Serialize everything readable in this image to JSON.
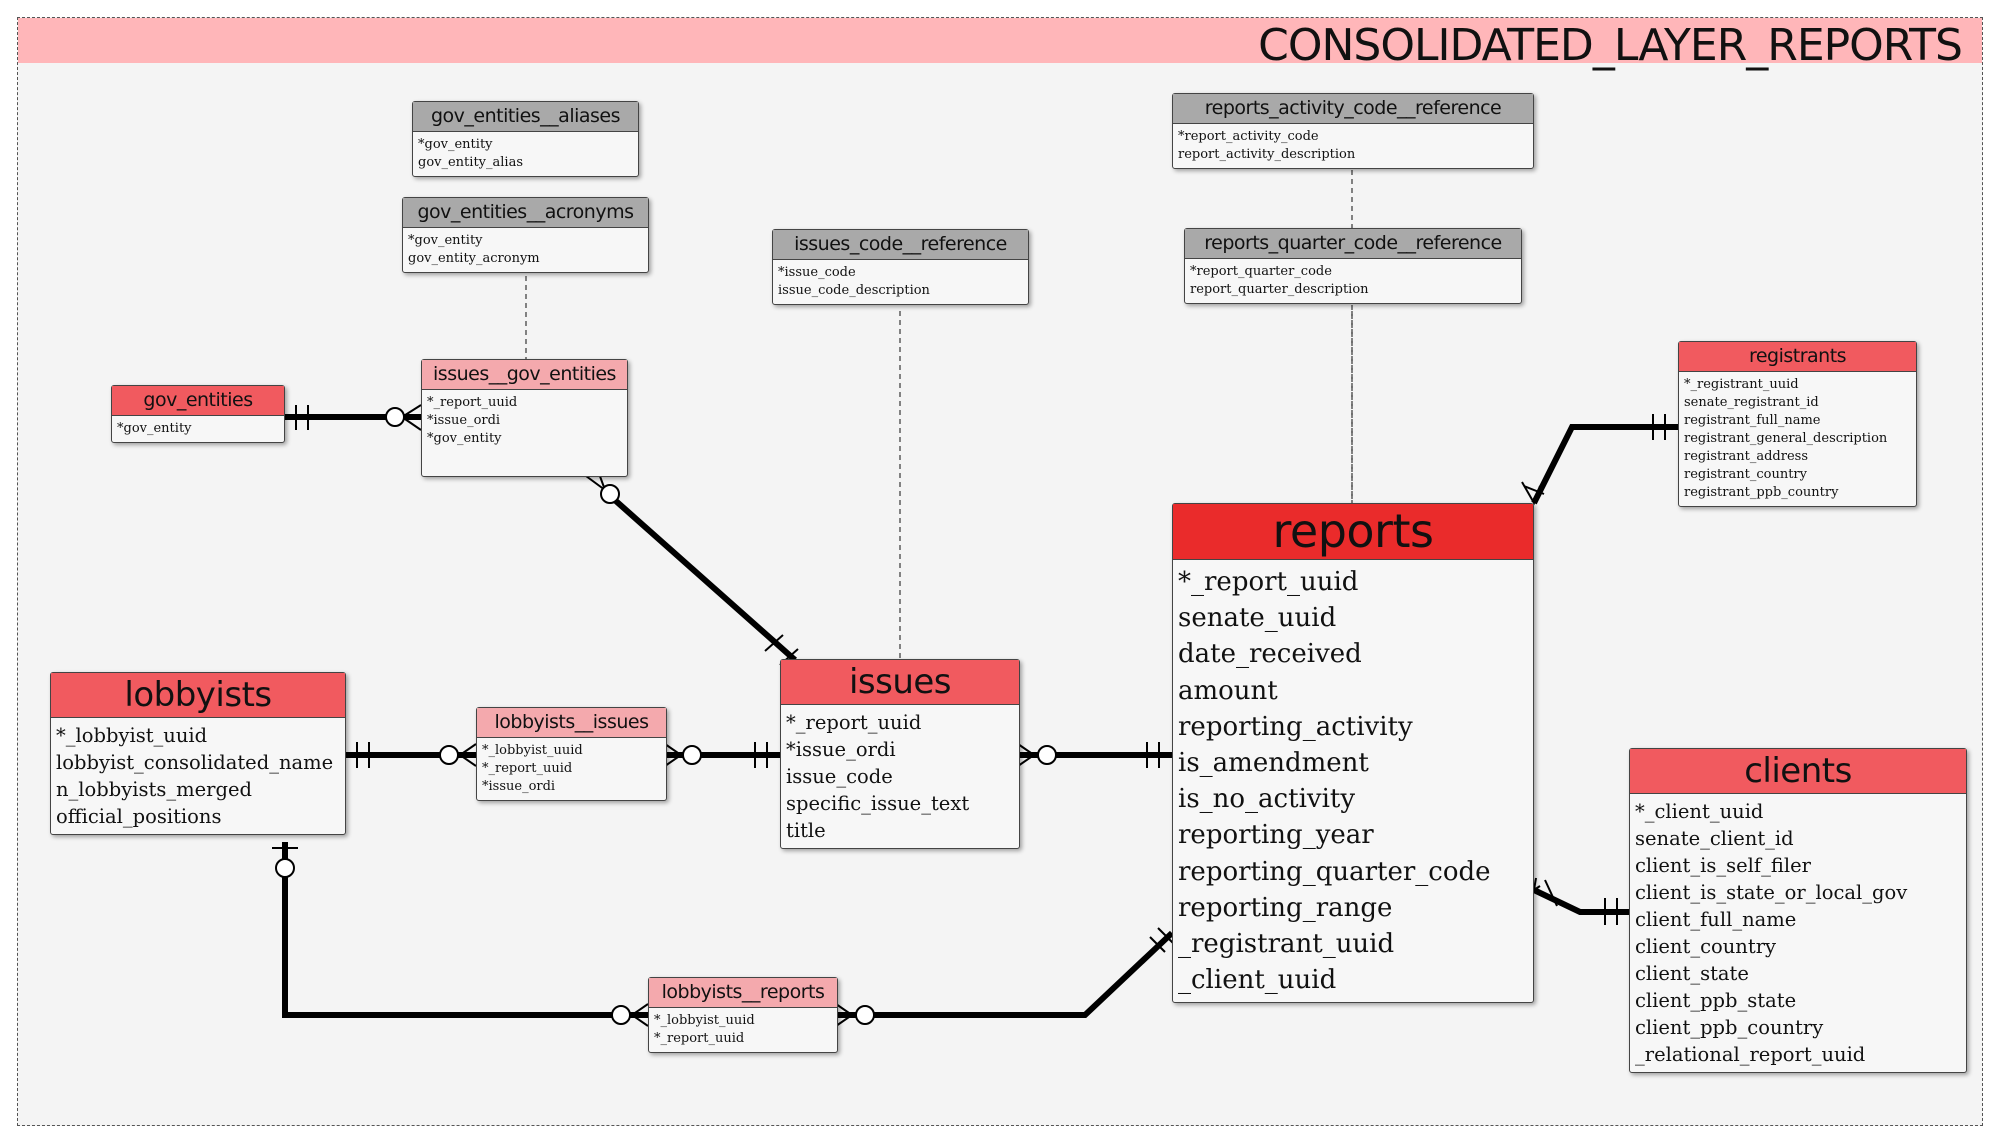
{
  "title": "CONSOLIDATED_LAYER_REPORTS",
  "entities": {
    "gov_entities_aliases": {
      "name": "gov_entities__aliases",
      "fields": [
        "*gov_entity",
        "gov_entity_alias"
      ]
    },
    "gov_entities_acronyms": {
      "name": "gov_entities__acronyms",
      "fields": [
        "*gov_entity",
        "gov_entity_acronym"
      ]
    },
    "issues_code_reference": {
      "name": "issues_code__reference",
      "fields": [
        "*issue_code",
        "issue_code_description"
      ]
    },
    "reports_activity_code_reference": {
      "name": "reports_activity_code__reference",
      "fields": [
        "*report_activity_code",
        "report_activity_description"
      ]
    },
    "reports_quarter_code_reference": {
      "name": "reports_quarter_code__reference",
      "fields": [
        "*report_quarter_code",
        "report_quarter_description"
      ]
    },
    "gov_entities": {
      "name": "gov_entities",
      "fields": [
        "*gov_entity"
      ]
    },
    "issues_gov_entities": {
      "name": "issues__gov_entities",
      "fields": [
        "*_report_uuid",
        "*issue_ordi",
        "*gov_entity"
      ]
    },
    "registrants": {
      "name": "registrants",
      "fields": [
        "*_registrant_uuid",
        "senate_registrant_id",
        "registrant_full_name",
        "registrant_general_description",
        "registrant_address",
        "registrant_country",
        "registrant_ppb_country"
      ]
    },
    "reports": {
      "name": "reports",
      "fields": [
        "*_report_uuid",
        "senate_uuid",
        "date_received",
        "amount",
        "reporting_activity",
        "is_amendment",
        "is_no_activity",
        "reporting_year",
        "reporting_quarter_code",
        "reporting_range",
        "_registrant_uuid",
        "_client_uuid"
      ]
    },
    "lobbyists": {
      "name": "lobbyists",
      "fields": [
        "*_lobbyist_uuid",
        "lobbyist_consolidated_name",
        "n_lobbyists_merged",
        "official_positions"
      ]
    },
    "lobbyists_issues": {
      "name": "lobbyists__issues",
      "fields": [
        "*_lobbyist_uuid",
        "*_report_uuid",
        "*issue_ordi"
      ]
    },
    "issues": {
      "name": "issues",
      "fields": [
        "*_report_uuid",
        "*issue_ordi",
        "issue_code",
        "specific_issue_text",
        "title"
      ]
    },
    "clients": {
      "name": "clients",
      "fields": [
        "*_client_uuid",
        "senate_client_id",
        "client_is_self_filer",
        "client_is_state_or_local_gov",
        "client_full_name",
        "client_country",
        "client_state",
        "client_ppb_state",
        "client_ppb_country",
        "_relational_report_uuid"
      ]
    },
    "lobbyists_reports": {
      "name": "lobbyists__reports",
      "fields": [
        "*_lobbyist_uuid",
        "*_report_uuid"
      ]
    }
  },
  "relationships": [
    {
      "from": "gov_entities",
      "to": "issues_gov_entities",
      "from_card": "one-and-only-one",
      "to_card": "zero-or-many"
    },
    {
      "from": "issues_gov_entities",
      "to": "issues",
      "from_card": "zero-or-many",
      "to_card": "one-and-only-one"
    },
    {
      "from": "lobbyists",
      "to": "lobbyists_issues",
      "from_card": "one-and-only-one",
      "to_card": "zero-or-many"
    },
    {
      "from": "lobbyists_issues",
      "to": "issues",
      "from_card": "zero-or-many",
      "to_card": "one-and-only-one"
    },
    {
      "from": "issues",
      "to": "reports",
      "from_card": "zero-or-many",
      "to_card": "one-and-only-one"
    },
    {
      "from": "reports",
      "to": "registrants",
      "from_card": "one-or-many",
      "to_card": "one-and-only-one"
    },
    {
      "from": "reports",
      "to": "clients",
      "from_card": "one-or-many",
      "to_card": "one-and-only-one"
    },
    {
      "from": "lobbyists",
      "to": "lobbyists_reports",
      "from_card": "zero-or-one",
      "to_card": "zero-or-many"
    },
    {
      "from": "lobbyists_reports",
      "to": "reports",
      "from_card": "zero-or-many",
      "to_card": "one-and-only-one"
    },
    {
      "from": "gov_entities_acronyms",
      "to": "issues_gov_entities",
      "style": "dashed"
    },
    {
      "from": "issues_code_reference",
      "to": "issues",
      "style": "dashed"
    },
    {
      "from": "reports_activity_code_reference",
      "to": "reports",
      "style": "dashed"
    },
    {
      "from": "reports_quarter_code_reference",
      "to": "reports",
      "style": "dashed"
    }
  ]
}
